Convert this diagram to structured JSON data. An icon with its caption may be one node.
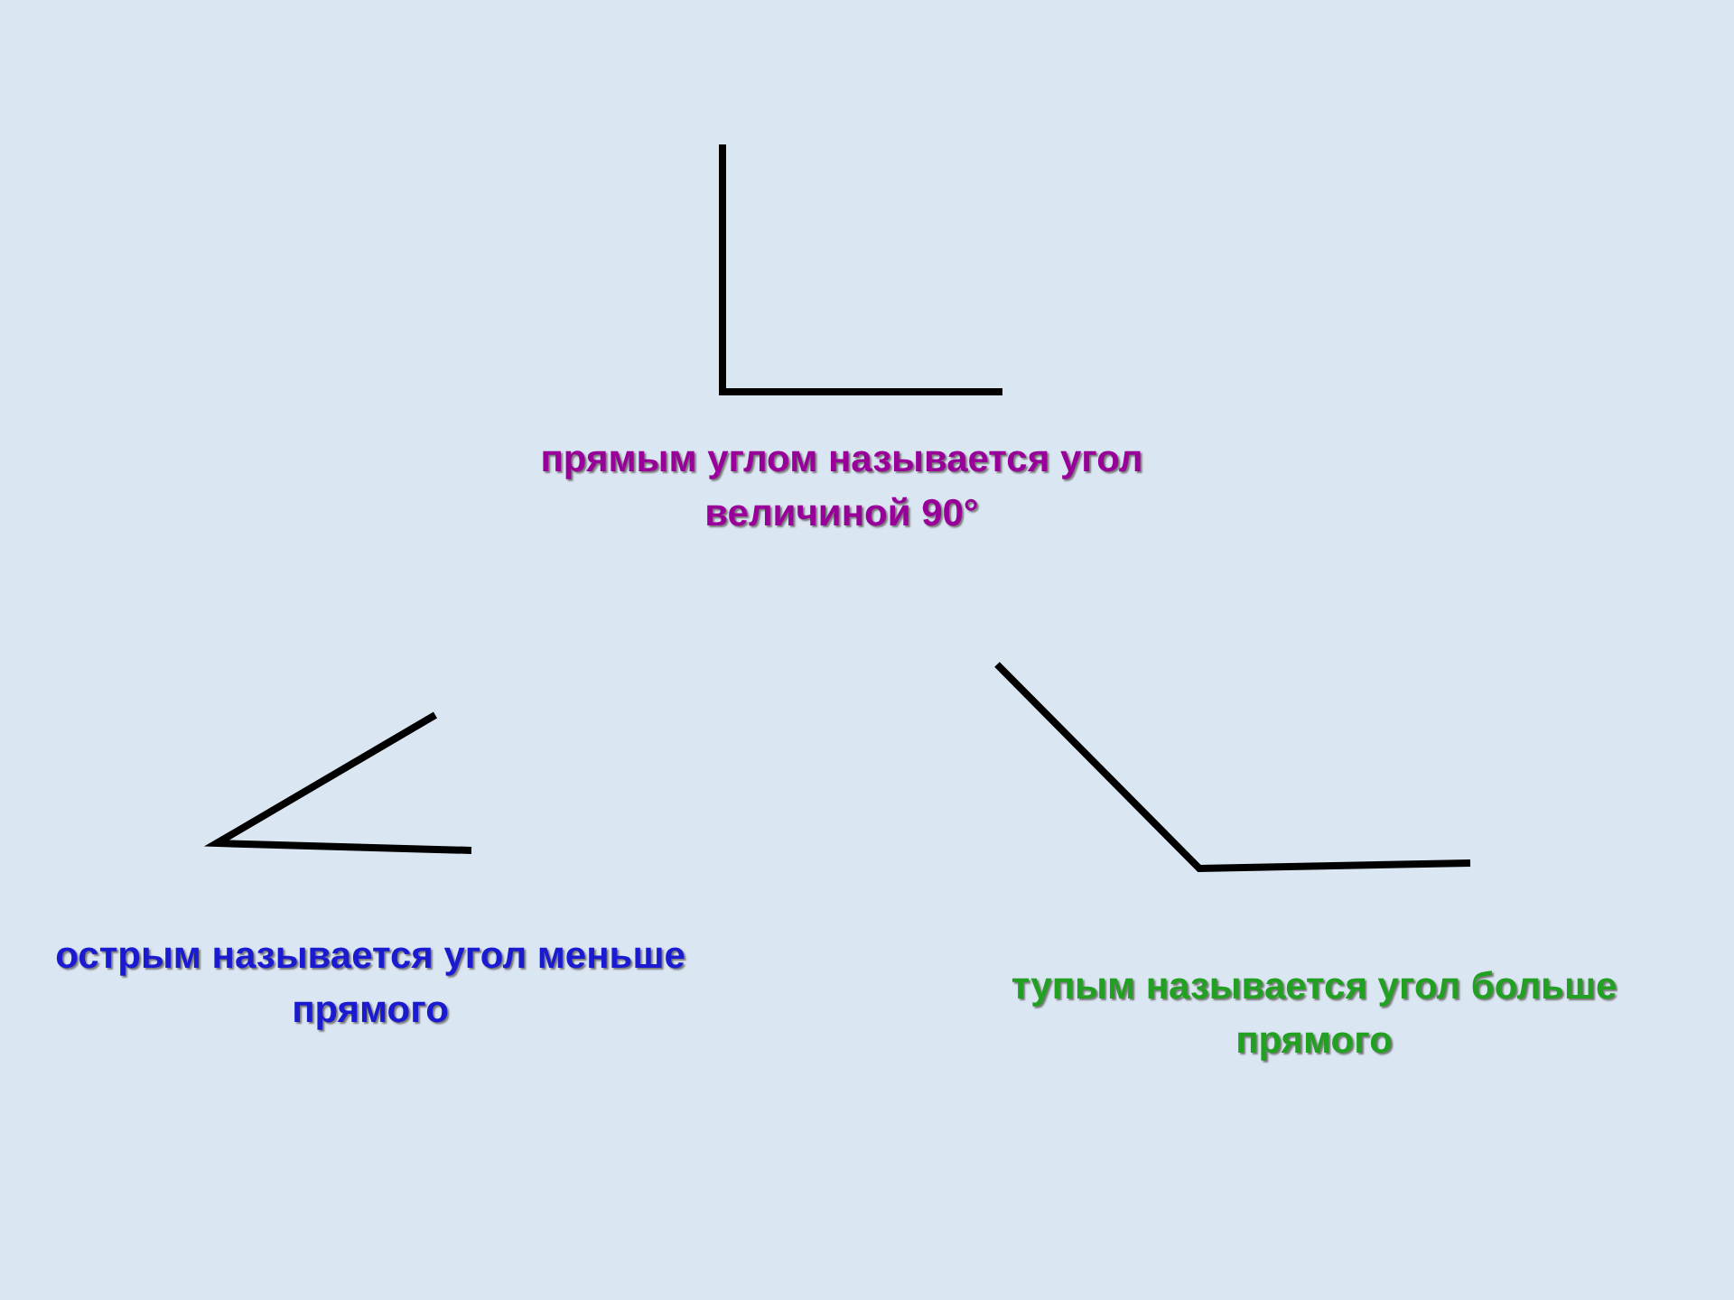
{
  "diagram": {
    "labels": [
      "прямым углом называется угол величиной 90°",
      "острым называется угол меньше прямого",
      "тупым называется угол больше прямого"
    ]
  }
}
